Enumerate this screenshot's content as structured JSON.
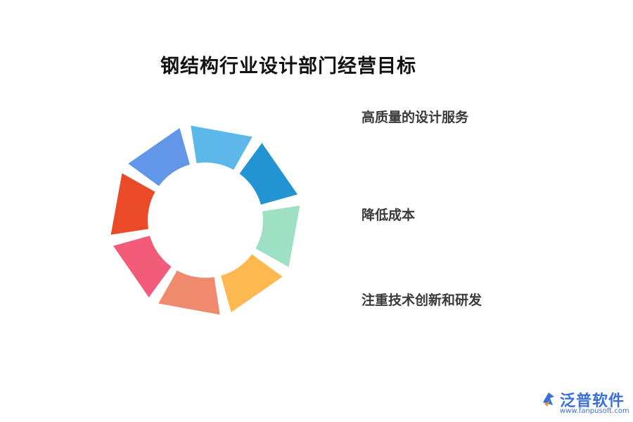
{
  "title": "钢结构行业设计部门经营目标",
  "items": [
    "高质量的设计服务",
    "降低成本",
    "注重技术创新和研发"
  ],
  "ring": {
    "segment_colors": [
      "#5cb8e8",
      "#2394d2",
      "#9de0c3",
      "#fdb84f",
      "#f08a6e",
      "#f25c78",
      "#ea4a28",
      "#6196e8"
    ]
  },
  "logo": {
    "brand": "泛普软件",
    "url": "www.fanpusoft.com",
    "color": "#3b6fd8"
  }
}
